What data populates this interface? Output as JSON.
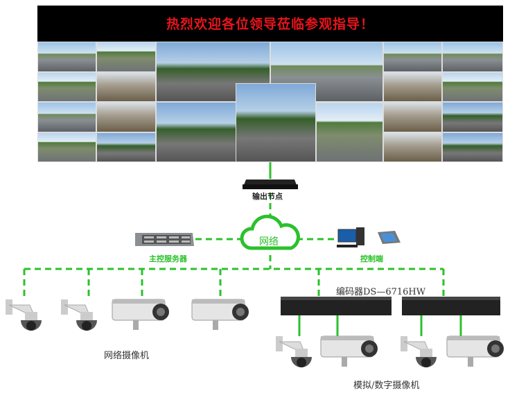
{
  "banner": {
    "text": "热烈欢迎各位领导莅临参观指导！"
  },
  "nodes": {
    "output_node": "输出节点",
    "network": "网络",
    "main_server": "主控服务器",
    "control_terminal": "控制端",
    "encoder": "编码器DS—6716HW",
    "network_cameras": "网络摄像机",
    "analog_digital_cameras": "模拟/数字摄像机"
  },
  "colors": {
    "link": "#2bc12b",
    "banner_text": "#e8141c",
    "banner_bg": "#000000"
  }
}
